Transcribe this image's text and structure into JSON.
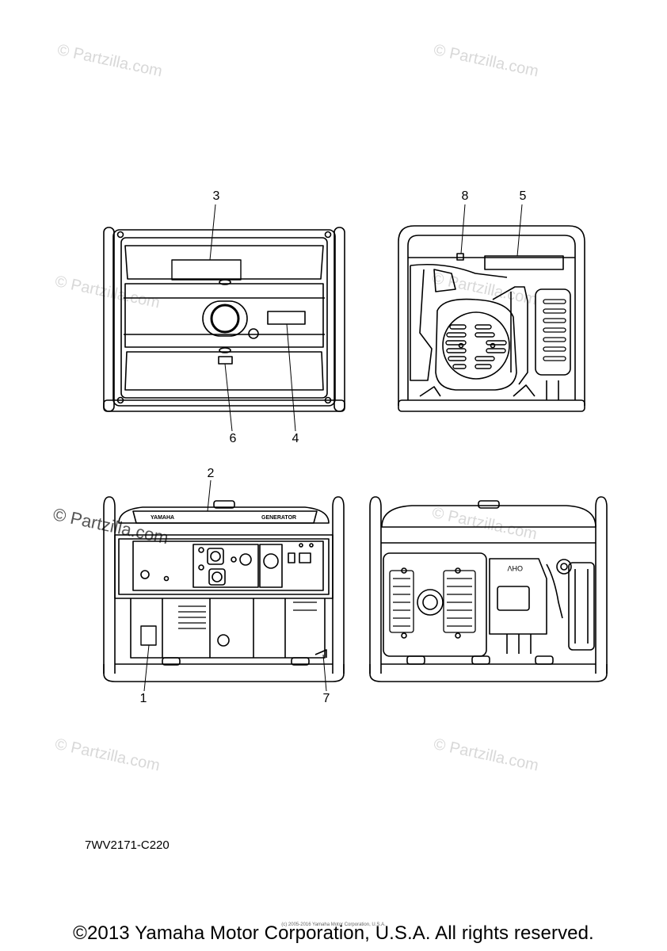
{
  "watermarks": [
    "© Partzilla.com",
    "© Partzilla.com",
    "© Partzilla.com",
    "© Partzilla.com",
    "© Partzilla.com",
    "© Partzilla.com",
    "© Partzilla.com",
    "© Partzilla.com"
  ],
  "callouts": [
    "1",
    "2",
    "3",
    "4",
    "5",
    "6",
    "7",
    "8"
  ],
  "panel": {
    "brand": "YAMAHA",
    "model": "GENERATOR"
  },
  "part_code": "7WV2171-C220",
  "small_copyright": "(c) 2005-2016 Yamaha Motor Corporation, U.S.A.",
  "copyright": "©2013 Yamaha Motor Corporation, U.S.A. All rights reserved."
}
